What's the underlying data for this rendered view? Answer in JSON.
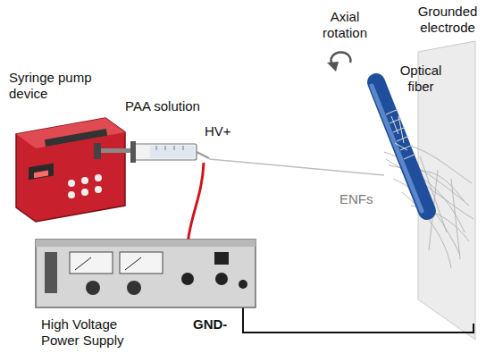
{
  "diagram": {
    "labels": [
      "Syringe pump device",
      "PAA solution",
      "HV+",
      "Axial rotation",
      "Optical fiber",
      "Grounded electrode",
      "ENFs",
      "High Voltage Power Supply",
      "GND-"
    ]
  }
}
